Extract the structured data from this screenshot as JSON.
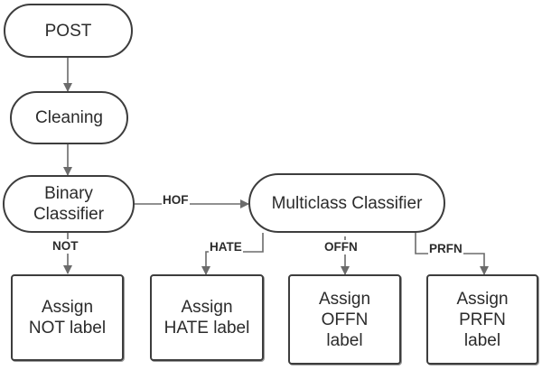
{
  "nodes": {
    "post": "POST",
    "cleaning": "Cleaning",
    "binary": "Binary\nClassifier",
    "multiclass": "Multiclass Classifier",
    "assign_not": "Assign\nNOT label",
    "assign_hate": "Assign\nHATE label",
    "assign_offn": "Assign\nOFFN\nlabel",
    "assign_prfn": "Assign\nPRFN\nlabel"
  },
  "edge_labels": {
    "hof": "HOF",
    "not": "NOT",
    "hate": "HATE",
    "offn": "OFFN",
    "prfn": "PRFN"
  },
  "colors": {
    "stroke": "#3d3d3d",
    "text": "#2b2b2b",
    "arrow": "#6b6b6b",
    "background": "#ffffff"
  }
}
